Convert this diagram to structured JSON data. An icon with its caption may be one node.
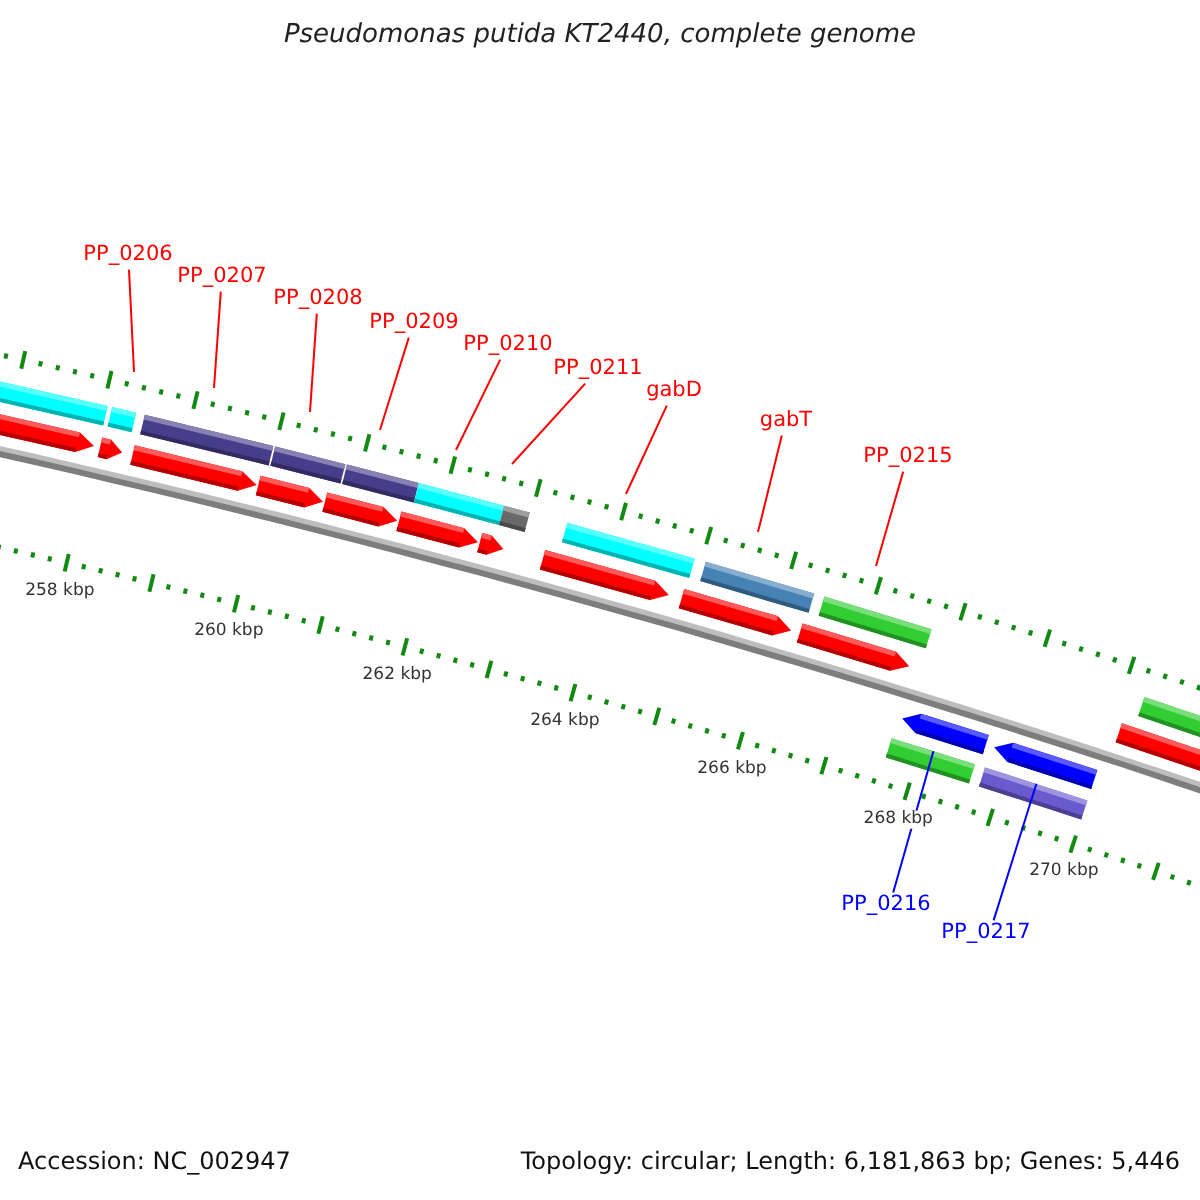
{
  "diagram": {
    "title": "Pseudomonas putida KT2440, complete genome",
    "nodes": [
      {
        "text": [
          "PP_0206"
        ]
      },
      {
        "text": [
          "PP_0207"
        ]
      },
      {
        "text": [
          "PP_0208"
        ]
      },
      {
        "text": [
          "PP_0209"
        ]
      },
      {
        "text": [
          "PP_0210"
        ]
      },
      {
        "text": [
          "PP_0211"
        ]
      },
      {
        "text": [
          "gabD"
        ]
      },
      {
        "text": [
          "gabT"
        ]
      },
      {
        "text": [
          "PP_0215"
        ]
      },
      {
        "text": [
          "PP_0216"
        ]
      },
      {
        "text": [
          "PP_0217"
        ]
      },
      {
        "text": [],
        "shape": "bar"
      },
      {
        "text": [],
        "shape": "bar"
      }
    ],
    "edges": [
      {
        "from": 0,
        "to": null,
        "arrow": "none"
      },
      {
        "from": 1,
        "to": null,
        "arrow": "none"
      },
      {
        "from": 2,
        "to": null,
        "arrow": "none"
      },
      {
        "from": 3,
        "to": null,
        "arrow": "none"
      },
      {
        "from": 4,
        "to": null,
        "arrow": "none"
      },
      {
        "from": 5,
        "to": null,
        "arrow": "none"
      },
      {
        "from": 6,
        "to": null,
        "arrow": "none"
      },
      {
        "from": 7,
        "to": null,
        "arrow": "none"
      },
      {
        "from": 8,
        "to": null,
        "arrow": "none"
      },
      {
        "from": 9,
        "to": 11,
        "arrow": "none",
        "color": "#0000ff"
      },
      {
        "from": 10,
        "to": 12,
        "arrow": "none",
        "color": "#0000ff"
      }
    ],
    "labels": [
      "258 kbp",
      "260 kbp",
      "262 kbp",
      "264 kbp",
      "266 kbp",
      "268 kbp",
      "270 kbp",
      "Accession: NC_002947",
      "Topology: circular; Length: 6,181,863 bp; Genes: 5,446"
    ]
  }
}
